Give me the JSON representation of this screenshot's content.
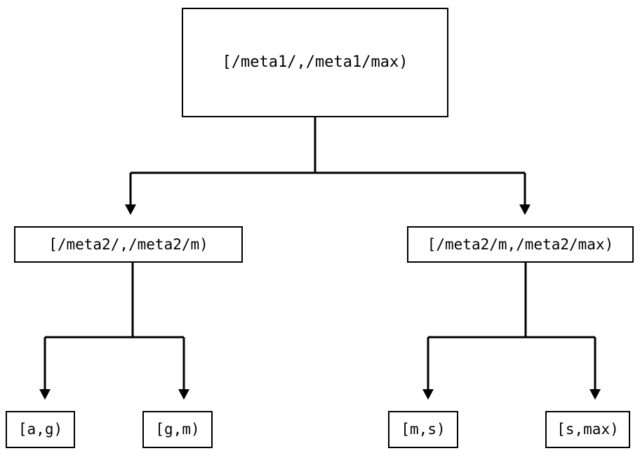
{
  "diagram": {
    "type": "tree",
    "title": "",
    "background_color": "#ffffff",
    "line_color": "#000000",
    "text_color": "#000000",
    "nodes": {
      "root": {
        "label": "[/meta1/,/meta1/max)"
      },
      "mid_left": {
        "label": "[/meta2/,/meta2/m)"
      },
      "mid_right": {
        "label": "[/meta2/m,/meta2/max)"
      },
      "leaves": [
        {
          "label": "[a,g)"
        },
        {
          "label": "[g,m)"
        },
        {
          "label": "[m,s)"
        },
        {
          "label": "[s,max)"
        }
      ]
    },
    "edges": [
      {
        "from": "root",
        "to": "mid_left",
        "arrow": "down-triangle"
      },
      {
        "from": "root",
        "to": "mid_right",
        "arrow": "down-triangle"
      },
      {
        "from": "mid_left",
        "to": "leaf-0",
        "arrow": "down-triangle"
      },
      {
        "from": "mid_left",
        "to": "leaf-1",
        "arrow": "down-triangle"
      },
      {
        "from": "mid_right",
        "to": "leaf-2",
        "arrow": "down-triangle"
      },
      {
        "from": "mid_right",
        "to": "leaf-3",
        "arrow": "down-triangle"
      }
    ]
  }
}
